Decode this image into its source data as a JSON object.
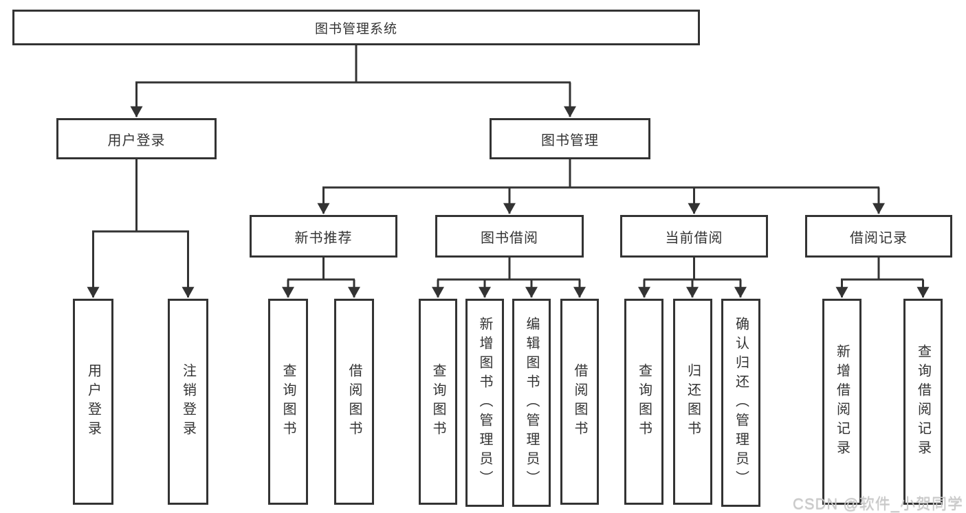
{
  "colors": {
    "line": "#333333",
    "box_border": "#333333",
    "text": "#333333",
    "background": "#ffffff",
    "watermark": "#c9c9c9"
  },
  "watermark": {
    "text": "CSDN @软件_小贺同学"
  },
  "tree": {
    "label": "图书管理系统",
    "children": [
      {
        "label": "用户登录",
        "children": [
          {
            "label": "用户登录"
          },
          {
            "label": "注销登录"
          }
        ]
      },
      {
        "label": "图书管理",
        "children": [
          {
            "label": "新书推荐",
            "children": [
              {
                "label": "查询图书"
              },
              {
                "label": "借阅图书"
              }
            ]
          },
          {
            "label": "图书借阅",
            "children": [
              {
                "label": "查询图书"
              },
              {
                "label": "新增图书（管理员）"
              },
              {
                "label": "编辑图书（管理员）"
              },
              {
                "label": "借阅图书"
              }
            ]
          },
          {
            "label": "当前借阅",
            "children": [
              {
                "label": "查询图书"
              },
              {
                "label": "归还图书"
              },
              {
                "label": "确认归还（管理员）"
              }
            ]
          },
          {
            "label": "借阅记录",
            "children": [
              {
                "label": "新增借阅记录"
              },
              {
                "label": "查询借阅记录"
              }
            ]
          }
        ]
      }
    ]
  }
}
